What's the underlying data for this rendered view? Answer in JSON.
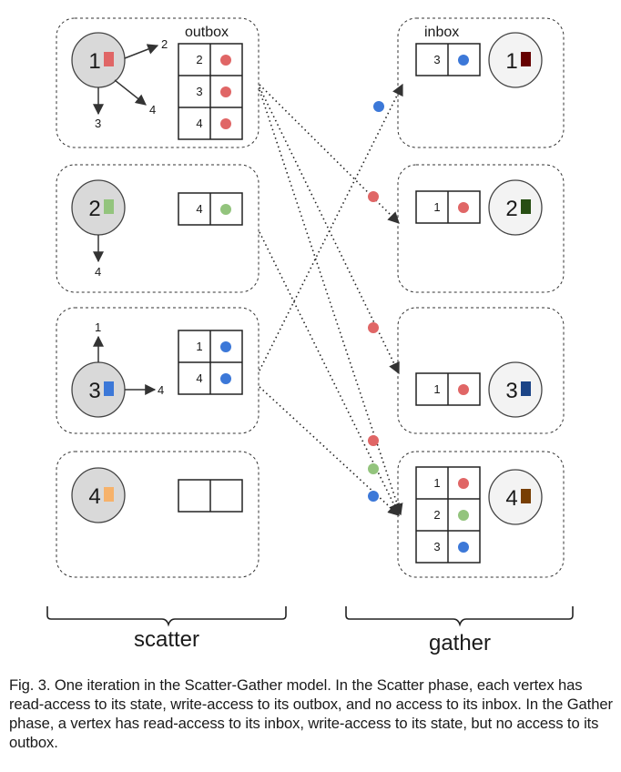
{
  "labels": {
    "outbox": "outbox",
    "inbox": "inbox",
    "scatter": "scatter",
    "gather": "gather"
  },
  "caption": "Fig. 3. One iteration in the Scatter-Gather model. In the Scatter phase, each vertex has read-access to its state, write-access to its outbox, and no access to its inbox. In the Gather phase, a vertex has read-access to its inbox, write-access to its state, but no access to its outbox.",
  "colors": {
    "red": "#e06666",
    "green": "#93c47d",
    "blue": "#3c78d8",
    "scatter_state_1": "#e06666",
    "scatter_state_2": "#93c47d",
    "scatter_state_3": "#3c78d8",
    "scatter_state_4": "#f6b26b",
    "gather_state_1": "#660000",
    "gather_state_2": "#274e13",
    "gather_state_3": "#1c4587",
    "gather_state_4": "#783f04",
    "scatter_vertex_fill": "#d9d9d9",
    "gather_vertex_fill": "#f3f3f3"
  },
  "scatter": [
    {
      "vertex": "1",
      "state_color": "red",
      "edges": [
        "2",
        "3",
        "4"
      ],
      "outbox": [
        {
          "target": "4",
          "color": "red"
        },
        {
          "target": "3",
          "color": "red"
        },
        {
          "target": "2",
          "color": "red"
        }
      ]
    },
    {
      "vertex": "2",
      "state_color": "green",
      "edges": [
        "4"
      ],
      "outbox": [
        {
          "target": "4",
          "color": "green"
        }
      ]
    },
    {
      "vertex": "3",
      "state_color": "blue",
      "edges": [
        "1",
        "4"
      ],
      "outbox": [
        {
          "target": "4",
          "color": "blue"
        },
        {
          "target": "1",
          "color": "blue"
        }
      ]
    },
    {
      "vertex": "4",
      "state_color": "orange",
      "edges": [],
      "outbox": []
    }
  ],
  "gather": [
    {
      "vertex": "1",
      "inbox": [
        {
          "source": "3",
          "color": "blue"
        }
      ]
    },
    {
      "vertex": "2",
      "inbox": [
        {
          "source": "1",
          "color": "red"
        }
      ]
    },
    {
      "vertex": "3",
      "inbox": [
        {
          "source": "1",
          "color": "red"
        }
      ]
    },
    {
      "vertex": "4",
      "inbox": [
        {
          "source": "1",
          "color": "red"
        },
        {
          "source": "2",
          "color": "green"
        },
        {
          "source": "3",
          "color": "blue"
        }
      ]
    }
  ]
}
